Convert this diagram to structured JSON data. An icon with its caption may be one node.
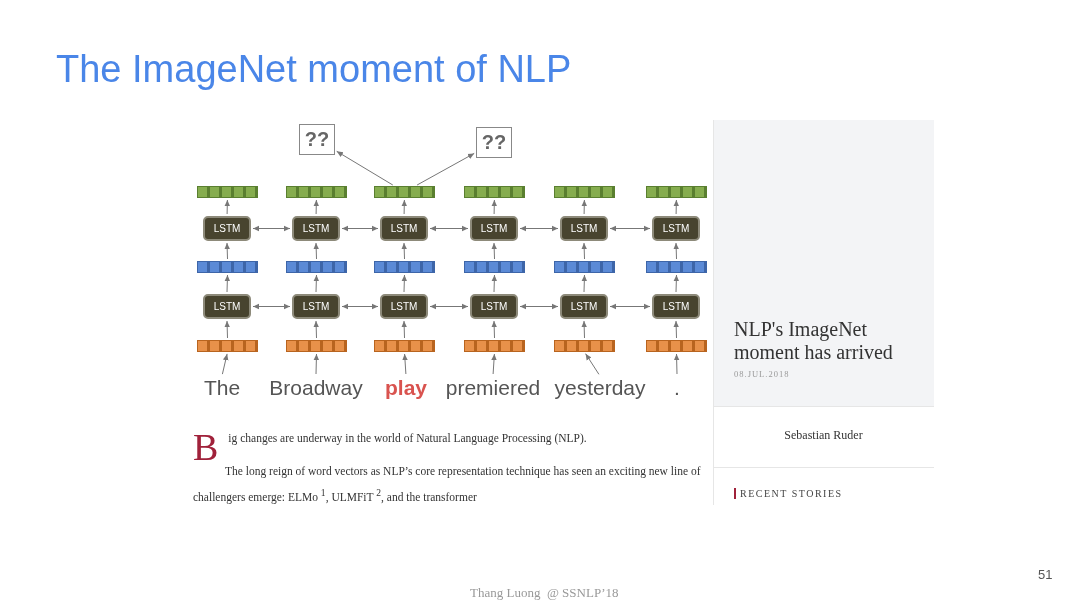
{
  "diagram": {
    "title": "The ImageNet moment of NLP",
    "nodes": [
      {
        "text": [
          "??"
        ]
      },
      {
        "text": [
          "??"
        ]
      },
      {
        "text": [],
        "shape": "bar"
      },
      {
        "text": [],
        "shape": "bar"
      },
      {
        "text": [],
        "shape": "bar"
      },
      {
        "text": [],
        "shape": "bar"
      },
      {
        "text": [],
        "shape": "bar"
      },
      {
        "text": [],
        "shape": "bar"
      },
      {
        "text": [
          "LSTM"
        ]
      },
      {
        "text": [
          "LSTM"
        ]
      },
      {
        "text": [
          "LSTM"
        ]
      },
      {
        "text": [
          "LSTM"
        ]
      },
      {
        "text": [
          "LSTM"
        ]
      },
      {
        "text": [
          "LSTM"
        ]
      },
      {
        "text": [],
        "shape": "bar"
      },
      {
        "text": [],
        "shape": "bar"
      },
      {
        "text": [],
        "shape": "bar"
      },
      {
        "text": [],
        "shape": "bar"
      },
      {
        "text": [],
        "shape": "bar"
      },
      {
        "text": [],
        "shape": "bar"
      },
      {
        "text": [
          "LSTM"
        ]
      },
      {
        "text": [
          "LSTM"
        ]
      },
      {
        "text": [
          "LSTM"
        ]
      },
      {
        "text": [
          "LSTM"
        ]
      },
      {
        "text": [
          "LSTM"
        ]
      },
      {
        "text": [
          "LSTM"
        ]
      },
      {
        "text": [],
        "shape": "bar"
      },
      {
        "text": [],
        "shape": "bar"
      },
      {
        "text": [],
        "shape": "bar"
      },
      {
        "text": [],
        "shape": "bar"
      },
      {
        "text": [],
        "shape": "bar"
      },
      {
        "text": [],
        "shape": "bar"
      },
      {
        "text": [
          "The"
        ]
      },
      {
        "text": [
          "Broadway"
        ]
      },
      {
        "text": [
          "play"
        ]
      },
      {
        "text": [
          "premiered"
        ]
      },
      {
        "text": [
          "yesterday"
        ]
      },
      {
        "text": [
          "."
        ]
      }
    ],
    "edges": [
      {
        "from": 32,
        "to": 26,
        "arrow": "to"
      },
      {
        "from": 33,
        "to": 27,
        "arrow": "to"
      },
      {
        "from": 34,
        "to": 28,
        "arrow": "to"
      },
      {
        "from": 35,
        "to": 29,
        "arrow": "to"
      },
      {
        "from": 36,
        "to": 30,
        "arrow": "to"
      },
      {
        "from": 37,
        "to": 31,
        "arrow": "to"
      },
      {
        "from": 26,
        "to": 20,
        "arrow": "to"
      },
      {
        "from": 27,
        "to": 21,
        "arrow": "to"
      },
      {
        "from": 28,
        "to": 22,
        "arrow": "to"
      },
      {
        "from": 29,
        "to": 23,
        "arrow": "to"
      },
      {
        "from": 30,
        "to": 24,
        "arrow": "to"
      },
      {
        "from": 31,
        "to": 25,
        "arrow": "to"
      },
      {
        "from": 20,
        "to": 21,
        "arrow": "both"
      },
      {
        "from": 21,
        "to": 22,
        "arrow": "both"
      },
      {
        "from": 22,
        "to": 23,
        "arrow": "both"
      },
      {
        "from": 23,
        "to": 24,
        "arrow": "both"
      },
      {
        "from": 24,
        "to": 25,
        "arrow": "both"
      },
      {
        "from": 20,
        "to": 14,
        "arrow": "to"
      },
      {
        "from": 21,
        "to": 15,
        "arrow": "to"
      },
      {
        "from": 22,
        "to": 16,
        "arrow": "to"
      },
      {
        "from": 23,
        "to": 17,
        "arrow": "to"
      },
      {
        "from": 24,
        "to": 18,
        "arrow": "to"
      },
      {
        "from": 25,
        "to": 19,
        "arrow": "to"
      },
      {
        "from": 14,
        "to": 8,
        "arrow": "to"
      },
      {
        "from": 15,
        "to": 9,
        "arrow": "to"
      },
      {
        "from": 16,
        "to": 10,
        "arrow": "to"
      },
      {
        "from": 17,
        "to": 11,
        "arrow": "to"
      },
      {
        "from": 18,
        "to": 12,
        "arrow": "to"
      },
      {
        "from": 19,
        "to": 13,
        "arrow": "to"
      },
      {
        "from": 8,
        "to": 9,
        "arrow": "both"
      },
      {
        "from": 9,
        "to": 10,
        "arrow": "both"
      },
      {
        "from": 10,
        "to": 11,
        "arrow": "both"
      },
      {
        "from": 11,
        "to": 12,
        "arrow": "both"
      },
      {
        "from": 12,
        "to": 13,
        "arrow": "both"
      },
      {
        "from": 8,
        "to": 2,
        "arrow": "to"
      },
      {
        "from": 9,
        "to": 3,
        "arrow": "to"
      },
      {
        "from": 10,
        "to": 4,
        "arrow": "to"
      },
      {
        "from": 11,
        "to": 5,
        "arrow": "to"
      },
      {
        "from": 12,
        "to": 6,
        "arrow": "to"
      },
      {
        "from": 13,
        "to": 7,
        "arrow": "to"
      },
      {
        "from": 4,
        "to": 0,
        "arrow": "to"
      },
      {
        "from": 4,
        "to": 1,
        "arrow": "to"
      }
    ],
    "labels": [
      "Big changes are underway in the world of Natural Language Processing (NLP).",
      "The long reign of word vectors as NLP’s core representation technique has seen an exciting new line of challengers emerge: ELMo $^{1}$, ULMFiT $^{2}$, and the transformer",
      "NLP's ImageNet moment has arrived",
      "08.JUL.2018",
      "Sebastian Ruder",
      "RECENT STORIES",
      "Thang Luong  @ SSNLP’18",
      "51"
    ]
  }
}
